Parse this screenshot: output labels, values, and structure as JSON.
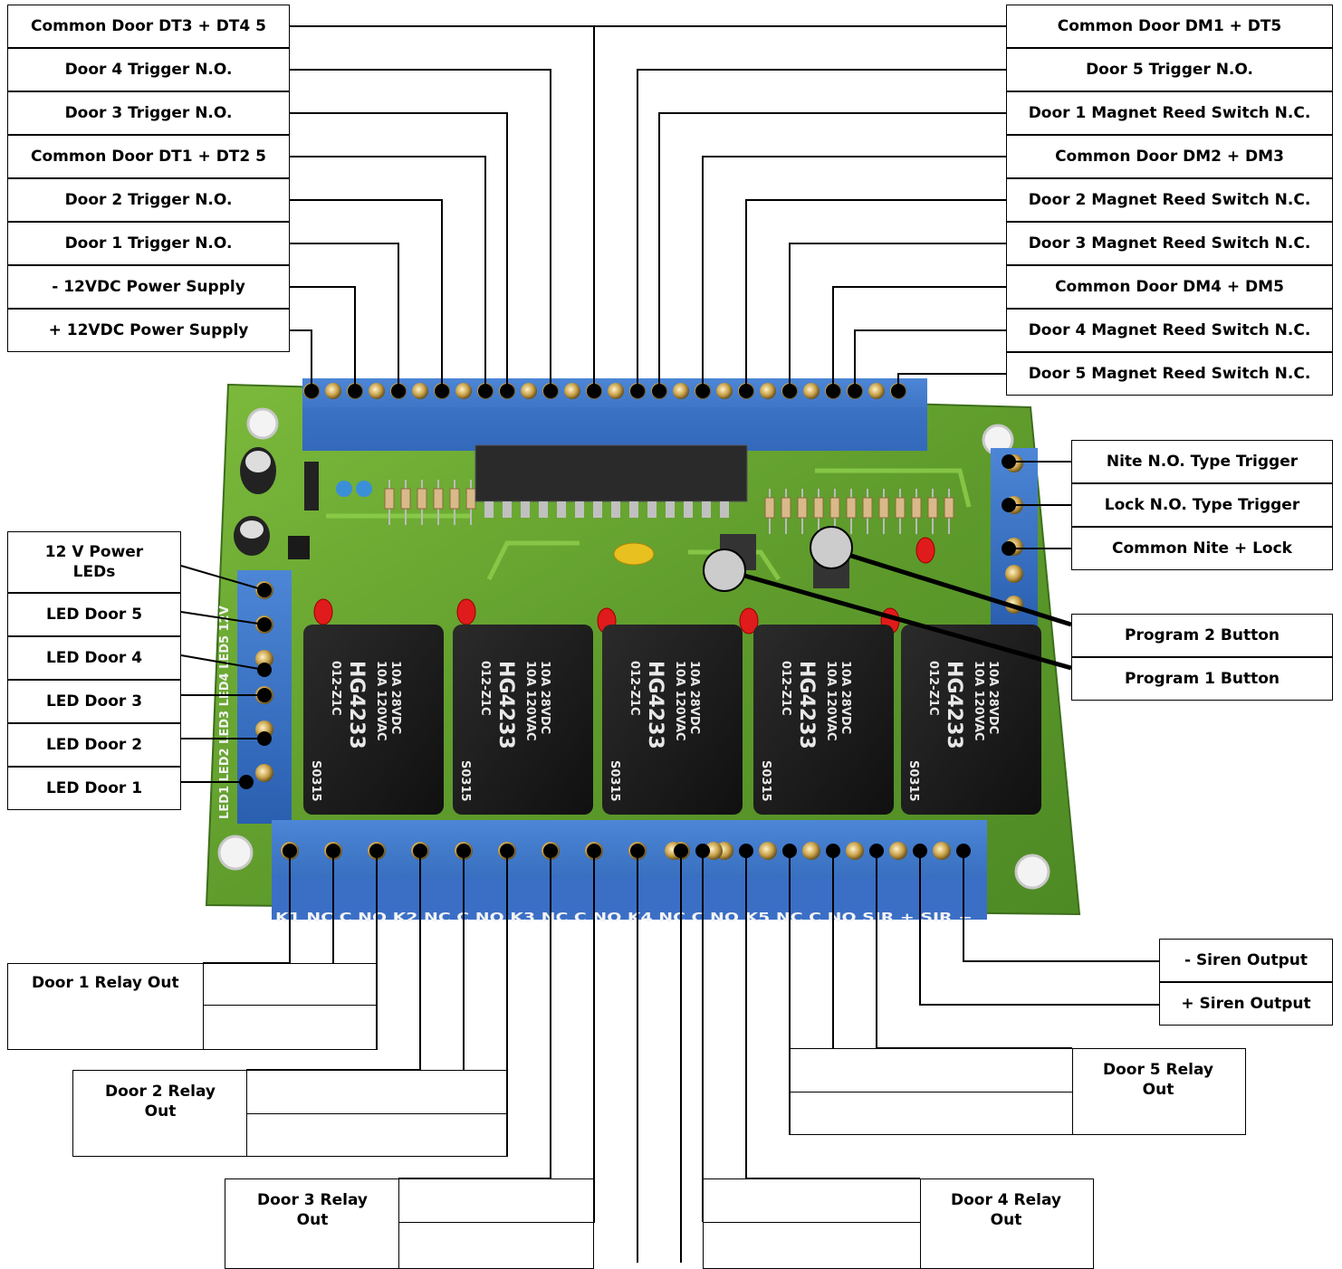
{
  "left_top_labels": [
    "Common Door DT3 + DT4 5",
    "Door 4 Trigger N.O.",
    "Door 3 Trigger N.O.",
    "Common Door DT1 + DT2 5",
    "Door 2 Trigger N.O.",
    "Door 1 Trigger N.O.",
    "- 12VDC Power Supply",
    "+ 12VDC Power Supply"
  ],
  "right_top_labels": [
    "Common Door DM1 + DT5",
    "Door 5 Trigger N.O.",
    "Door 1 Magnet Reed Switch N.C.",
    "Common Door DM2 + DM3",
    "Door 2 Magnet Reed Switch N.C.",
    "Door 3 Magnet Reed Switch N.C.",
    "Common Door DM4 + DM5",
    "Door 4 Magnet Reed Switch N.C.",
    "Door 5 Magnet Reed Switch N.C."
  ],
  "right_mid_labels": [
    "Nite N.O.  Type Trigger",
    "Lock N.O.  Type Trigger",
    "Common Nite + Lock"
  ],
  "program_labels": [
    "Program 2 Button",
    "Program 1 Button"
  ],
  "led_labels": {
    "power": [
      "12 V Power",
      "LEDs"
    ],
    "doors": [
      "LED Door 5",
      "LED Door 4",
      "LED Door 3",
      "LED Door 2",
      "LED Door 1"
    ]
  },
  "siren_labels": [
    "- Siren Output",
    "+ Siren Output"
  ],
  "relay_labels": {
    "door1": [
      "Door  1 Relay Out"
    ],
    "door2": [
      "Door  2 Relay",
      "Out"
    ],
    "door3": [
      "Door  3 Relay",
      "Out"
    ],
    "door4": [
      "Door  4 Relay",
      "Out"
    ],
    "door5": [
      "Door  5 Relay",
      "Out"
    ]
  },
  "relay_marking": {
    "rating1": "10A  28VDC",
    "rating2": "10A  120VAC",
    "model": "HG4233",
    "coil": "012-Z1C",
    "code": "S0315"
  },
  "bottom_terminal_text": "K1 NC  C  NO  K2 NC  C  NO  K3 NC  C  NO  K4 NC  C  NO  K5 NC  C  NO  SIR +  SIR  −",
  "left_terminal_text": "LED1 LED2 LED3 LED4 LED5 12V"
}
